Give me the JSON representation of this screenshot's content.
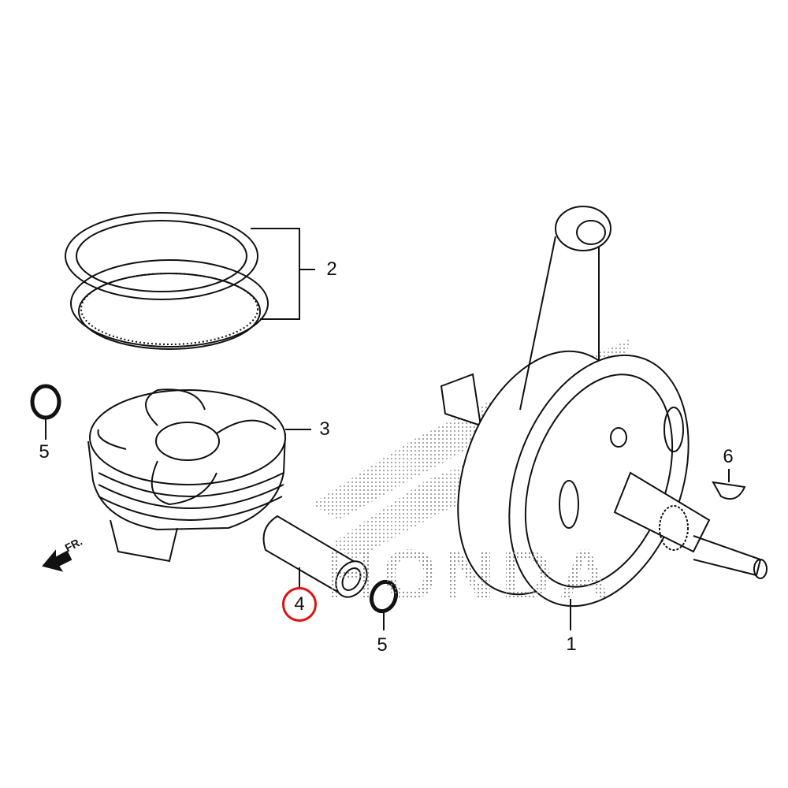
{
  "diagram": {
    "watermark": "HONDA",
    "direction_marker": "FR.",
    "highlight_color": "#e01010",
    "callouts": [
      {
        "id": "part-1",
        "label": "1"
      },
      {
        "id": "part-2",
        "label": "2"
      },
      {
        "id": "part-3",
        "label": "3"
      },
      {
        "id": "part-4",
        "label": "4",
        "highlighted": true
      },
      {
        "id": "part-5a",
        "label": "5"
      },
      {
        "id": "part-5b",
        "label": "5"
      },
      {
        "id": "part-6",
        "label": "6"
      }
    ]
  }
}
